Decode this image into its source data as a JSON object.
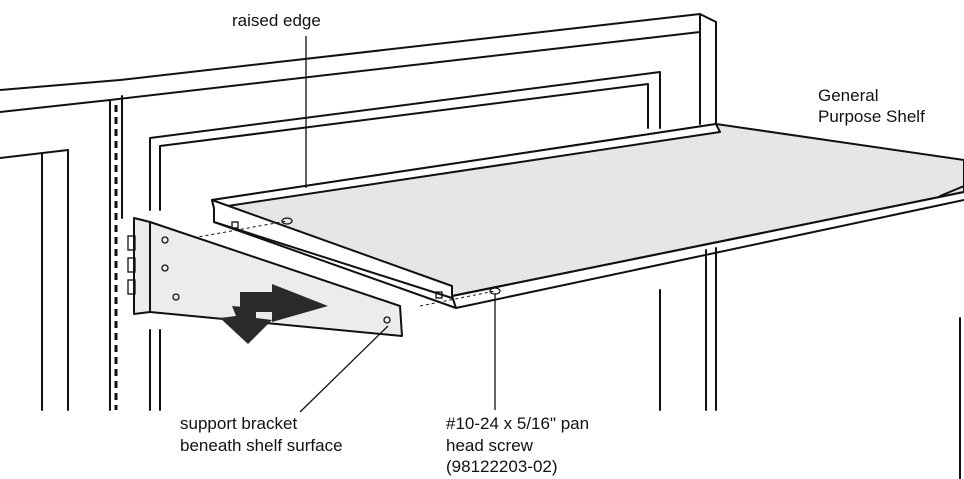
{
  "labels": {
    "raised_edge": "raised edge",
    "shelf_name": [
      "General",
      "Purpose Shelf"
    ],
    "bracket": [
      "support bracket",
      "beneath shelf surface"
    ],
    "screw": [
      "#10-24 x 5/16\" pan",
      "head screw",
      "(98122203-02)"
    ]
  },
  "colors": {
    "line": "#111111",
    "shelf_top": "#e6e6e6",
    "bracket_fill": "#ececec",
    "arrow_fill": "#2a2a2a"
  }
}
